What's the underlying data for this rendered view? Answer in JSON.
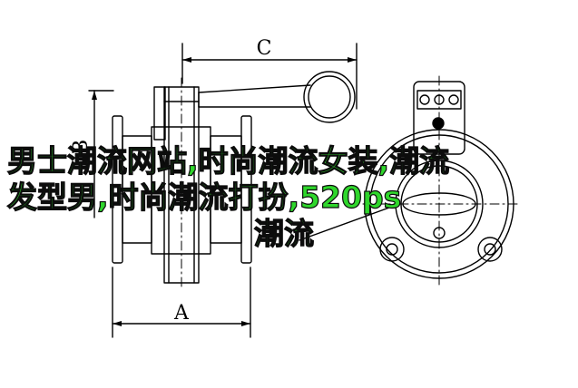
{
  "drawing": {
    "dimension_labels": {
      "c": "C",
      "b": "B",
      "a": "A"
    },
    "line_color": "#000000",
    "background": "#ffffff"
  },
  "overlay": {
    "color": "#2fd62c",
    "lines": [
      "男士潮流网站,时尚潮流女装,潮流",
      "发型男,时尚潮流打扮,520ps",
      "潮流"
    ]
  }
}
